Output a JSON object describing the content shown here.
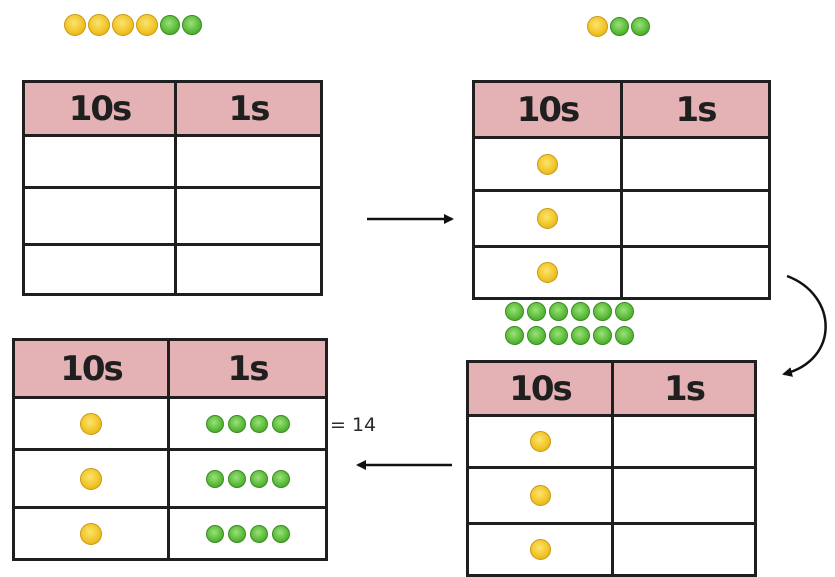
{
  "headers": {
    "tens": "10s",
    "ones": "1s"
  },
  "panels": [
    {
      "id": "empty-chart",
      "rows": [
        [
          0,
          0
        ],
        [
          0,
          0
        ],
        [
          0,
          0
        ]
      ]
    },
    {
      "id": "tens-placed",
      "rows": [
        [
          1,
          0
        ],
        [
          1,
          0
        ],
        [
          1,
          0
        ]
      ]
    },
    {
      "id": "after-exchange",
      "rows": [
        [
          1,
          0
        ],
        [
          1,
          0
        ],
        [
          1,
          0
        ]
      ]
    },
    {
      "id": "shared-result",
      "rows": [
        [
          1,
          4
        ],
        [
          1,
          4
        ],
        [
          1,
          4
        ]
      ]
    }
  ],
  "loose_counters": {
    "start": {
      "tens": 4,
      "ones": 2
    },
    "remaining": {
      "tens": 1,
      "ones": 2
    },
    "exchanged_ones": {
      "rows": [
        6,
        6
      ]
    }
  },
  "result_label": "= 14",
  "colors": {
    "header_fill": "#e4b1b5",
    "ten_counter": "#f2c52a",
    "one_counter": "#5cbd3a",
    "grid_line": "#1f1f1f"
  }
}
